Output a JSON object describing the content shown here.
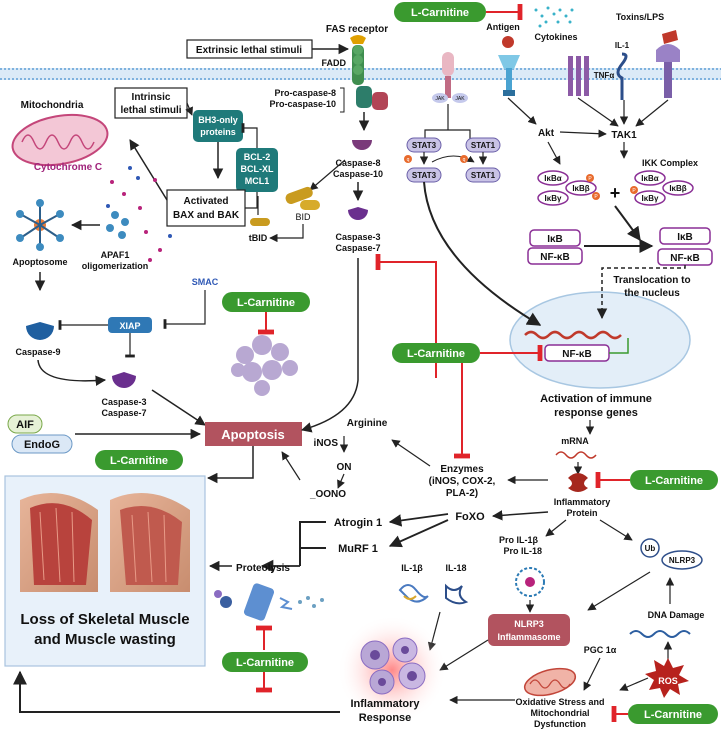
{
  "labels": {
    "extrinsic": "Extrinsic lethal stimuli",
    "intrinsic_1": "Intrinsic",
    "intrinsic_2": "lethal stimuli",
    "fas_receptor": "FAS receptor",
    "fadd": "FADD",
    "pro_casp8": "Pro-caspase-8",
    "pro_casp10": "Pro-caspase-10",
    "mitochondria": "Mitochondria",
    "cytochrome_c": "Cytochrome C",
    "bh3_1": "BH3-only",
    "bh3_2": "proteins",
    "bcl2": "BCL-2",
    "bclxl": "BCL-XL",
    "mcl1": "MCL1",
    "activated": "Activated",
    "bax_bak": "BAX and BAK",
    "apoptosome": "Apoptosome",
    "apaf1_1": "APAF1",
    "apaf1_2": "oligomerization",
    "smac": "SMAC",
    "xiap": "XIAP",
    "caspase9": "Caspase-9",
    "caspase3_l": "Caspase-3",
    "caspase7_l": "Caspase-7",
    "bid": "BID",
    "tbid": "tBID",
    "caspase8": "Caspase-8",
    "caspase10": "Caspase-10",
    "caspase3_c": "Caspase-3",
    "caspase7_c": "Caspase-7",
    "aif": "AIF",
    "endog": "EndoG",
    "apoptosis": "Apoptosis",
    "arginine": "Arginine",
    "inos": "iNOS",
    "on": "ON",
    "oono": "_OONO",
    "enzymes_1": "Enzymes",
    "enzymes_2": "(iNOS, COX-2,",
    "enzymes_3": "PLA-2)",
    "foxo": "FoXO",
    "atrogin": "Atrogin 1",
    "murf": "MuRF 1",
    "proteolysis": "Proteolysis",
    "loss_1": "Loss of Skeletal Muscle",
    "loss_2": "and Muscle wasting",
    "antigen": "Antigen",
    "cytokines": "Cytokines",
    "toxins": "Toxins/LPS",
    "il1": "IL-1",
    "tnfa": "TNFα",
    "jak": "JAK",
    "stat3": "STAT3",
    "stat1": "STAT1",
    "akt": "Akt",
    "tak1": "TAK1",
    "ikk_complex": "IKK Complex",
    "ikba": "IκBα",
    "ikbb": "IκBβ",
    "ikbg": "IκBγ",
    "ikb": "IκB",
    "nfkb": "NF-κB",
    "translocation_1": "Translocation to",
    "translocation_2": "the nucleus",
    "activation_1": "Activation of immune",
    "activation_2": "response genes",
    "mrna": "mRNA",
    "inflam_protein_1": "Inflammatory",
    "inflam_protein_2": "Protein",
    "pro_il1b": "Pro IL-1β",
    "pro_il18": "Pro IL-18",
    "ub": "Ub",
    "nlrp3": "NLRP3",
    "il1b": "IL-1β",
    "il18": "IL-18",
    "nlrp3_inflam_1": "NLRP3",
    "nlrp3_inflam_2": "Inflammasome",
    "dna_damage": "DNA Damage",
    "pgc": "PGC 1α",
    "ros": "ROS",
    "oxidative_1": "Oxidative Stress and",
    "oxidative_2": "Mitochondrial",
    "oxidative_3": "Dysfunction",
    "inflam_response_1": "Inflammatory",
    "inflam_response_2": "Response",
    "p": "P",
    "q": "q",
    "plus": "+"
  },
  "lcarnitine": "L-Carnitine",
  "colors": {
    "lcarnitine_green": "#3a9a2f",
    "inhibit_red": "#e0242a",
    "teal_box": "#1f7a7a",
    "xiap_blue": "#2f78b5",
    "apoptosis_box": "#b2535f",
    "stat_purple": "#c9c3e6",
    "nfkb_border": "#8a2f95",
    "muscle_red": "#b8433d",
    "membrane_blue": "#9fc6e6"
  }
}
